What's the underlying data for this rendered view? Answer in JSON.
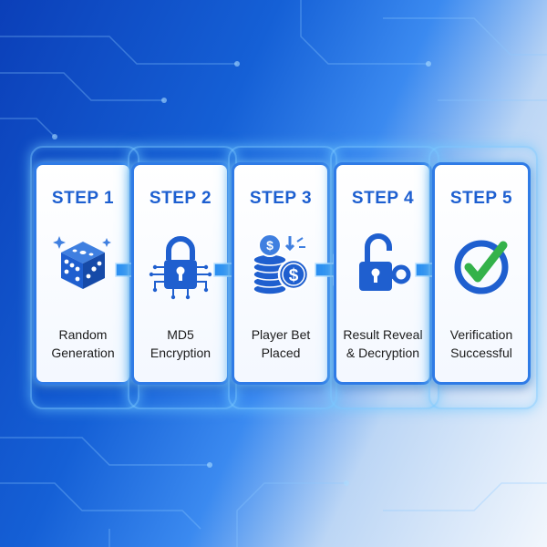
{
  "steps": [
    {
      "step_label": "STEP 1",
      "icon": "dice-icon",
      "caption": [
        "Random",
        "Generation"
      ]
    },
    {
      "step_label": "STEP 2",
      "icon": "padlock-circuit-icon",
      "caption": [
        "MD5",
        "Encryption"
      ]
    },
    {
      "step_label": "STEP 3",
      "icon": "coin-stack-dollar-icon",
      "caption": [
        "Player Bet",
        "Placed"
      ]
    },
    {
      "step_label": "STEP 4",
      "icon": "unlocked-padlock-key-icon",
      "caption": [
        "Result Reveal",
        "& Decryption"
      ]
    },
    {
      "step_label": "STEP 5",
      "icon": "checkmark-circle-icon",
      "caption": [
        "Verification",
        "Successful"
      ]
    }
  ],
  "colors": {
    "accent": "#1d5fd0",
    "card_border": "#2f7be6",
    "icon_blue": "#1f5fcf",
    "check_green": "#34b24a",
    "arrow": "#2b8ef0"
  }
}
